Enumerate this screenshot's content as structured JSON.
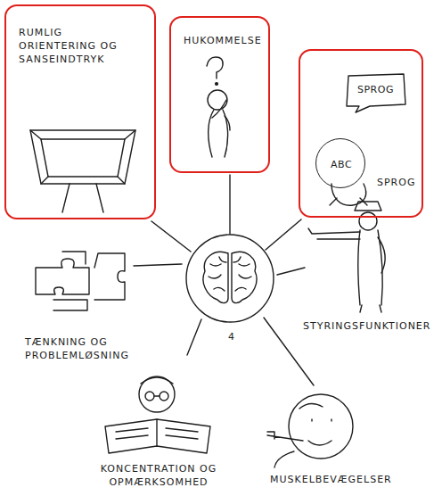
{
  "diagram": {
    "nodes": [
      {
        "text": [
          "RUMLIG ORIENTERING OG SANSEINDTRYK"
        ]
      },
      {
        "text": [
          "HUKOMMELSE"
        ]
      },
      {
        "text": [
          "SPROG"
        ]
      },
      {
        "text": [
          "SPROG"
        ],
        "in": 2
      },
      {
        "text": [
          "ABC"
        ],
        "in": 2
      }
    ],
    "labels": [
      "STYRINGSFUNKTIONER",
      "TÆNKNING OG PROBLEMLØSNING",
      "4",
      "KONCENTRATION OG OPMÆRKSOMHED",
      "MUSKELBEVÆGELSER"
    ]
  }
}
